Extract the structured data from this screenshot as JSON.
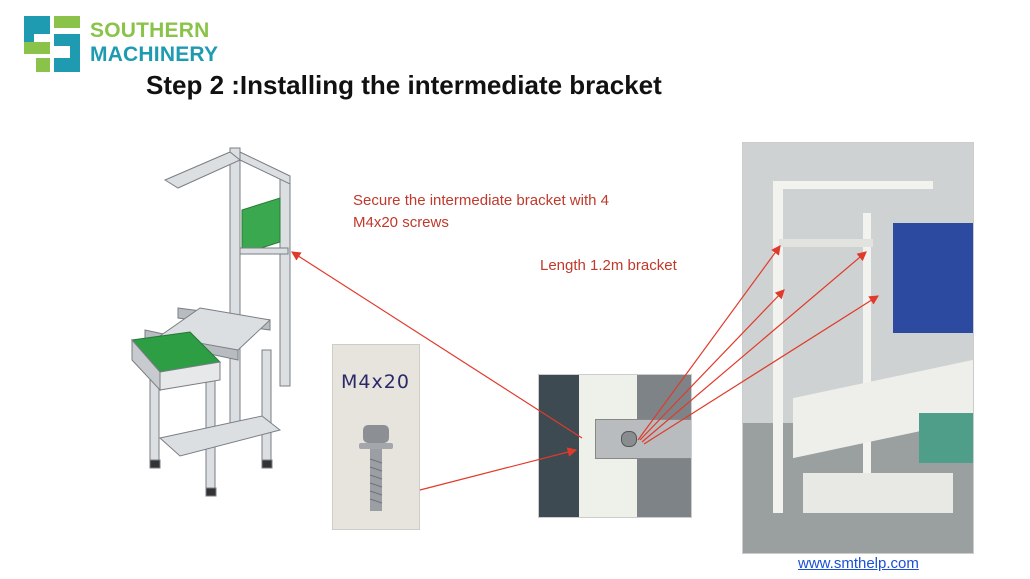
{
  "brand": {
    "line1": "SOUTHERN",
    "line2": "MACHINERY",
    "colors": {
      "green": "#8bc34a",
      "teal": "#1e9bb0"
    }
  },
  "slide": {
    "title": "Step 2 :Installing the intermediate bracket",
    "note_secure_line1": "Secure the intermediate bracket with 4",
    "note_secure_line2": "M4x20 screws",
    "note_length": "Length 1.2m bracket",
    "screw_label": "M4x20",
    "link": "www.smthelp.com"
  },
  "colors": {
    "annotation": "#c0392b",
    "frame": "#d6d8da",
    "belt": "#2e9e44"
  },
  "icons": [
    "logo-icon",
    "arrow-icon"
  ]
}
